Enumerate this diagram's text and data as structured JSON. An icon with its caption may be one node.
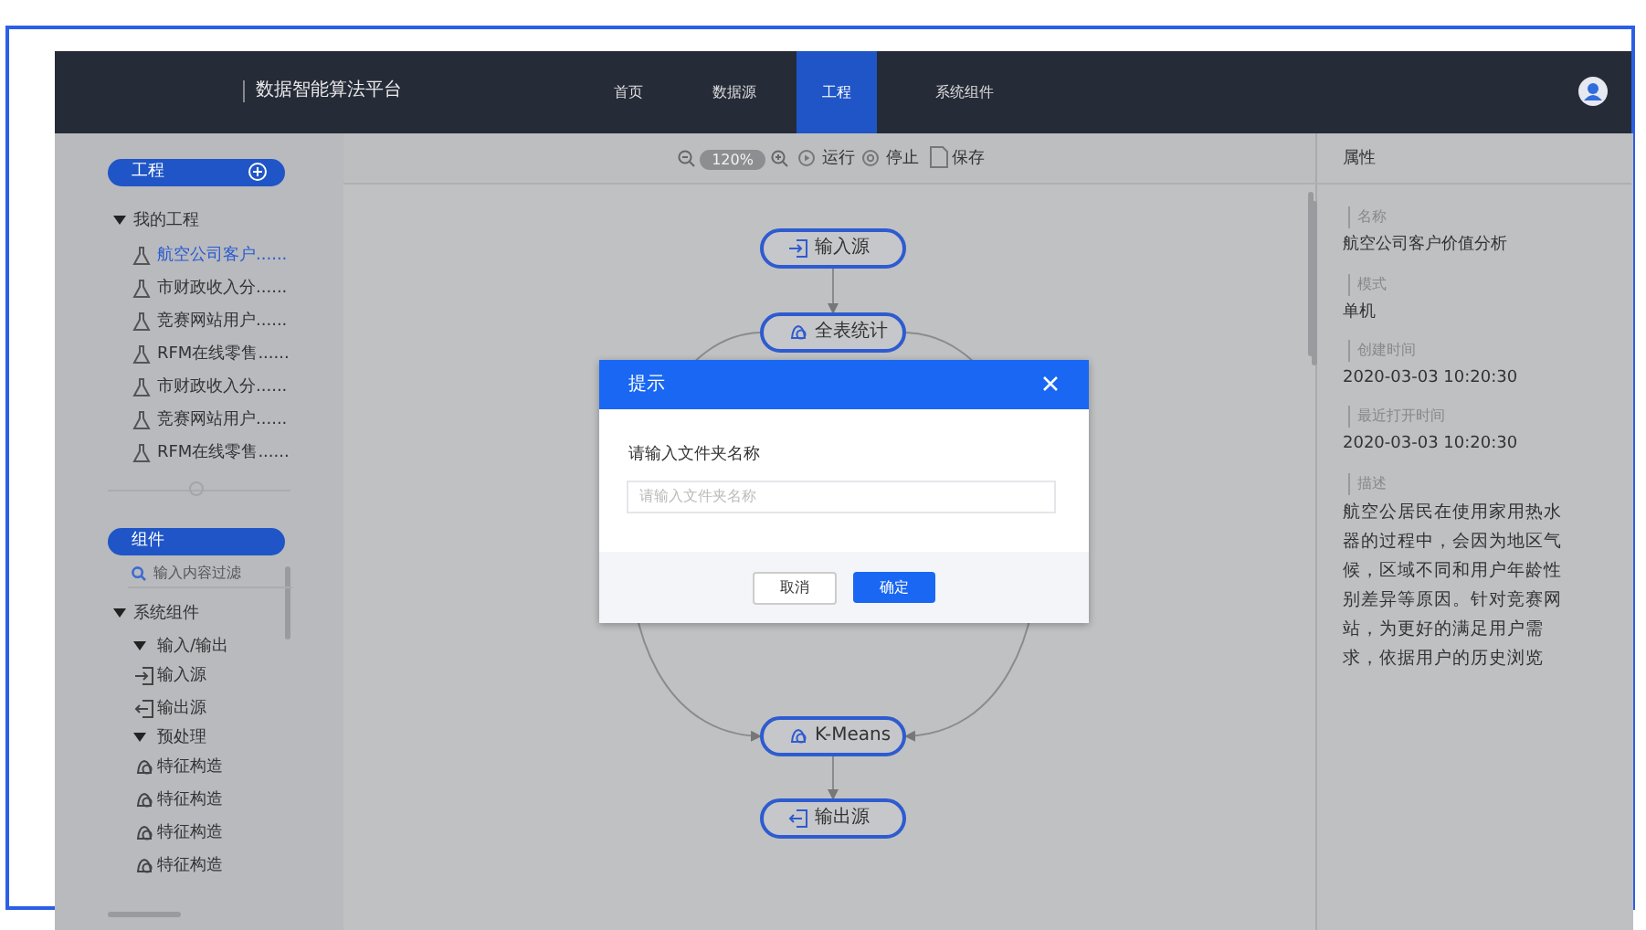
{
  "diagram": {
    "nodes": [
      {
        "text": [
          "输入源"
        ]
      },
      {
        "text": [
          "全表统计"
        ]
      },
      {
        "text": [
          "K-Means"
        ]
      },
      {
        "text": [
          "输出源"
        ]
      }
    ],
    "edges": [
      {
        "from": 0,
        "to": 1,
        "arrow": "to"
      },
      {
        "from": 1,
        "to": 2,
        "arrow": "to"
      },
      {
        "from": 1,
        "to": 2,
        "arrow": "to"
      },
      {
        "from": 2,
        "to": 3,
        "arrow": "to"
      }
    ],
    "labels": [
      "数据智能算法平台",
      "首页",
      "数据源",
      "工程",
      "系统组件",
      "工程",
      "我的工程",
      "航空公司客户......",
      "市财政收入分......",
      "竞赛网站用户......",
      "RFM在线零售......",
      "市财政收入分......",
      "竞赛网站用户......",
      "RFM在线零售......",
      "组件",
      "输入内容过滤",
      "系统组件",
      "输入/输出",
      "输入源",
      "输出源",
      "预处理",
      "特征构造",
      "特征构造",
      "特征构造",
      "特征构造",
      "120%",
      "运行",
      "停止",
      "保存",
      "提示",
      "请输入文件夹名称",
      "请输入文件夹名称",
      "取消",
      "确定",
      "属性",
      "名称",
      "航空公司客户价值分析",
      "模式",
      "单机",
      "创建时间",
      "2020-03-03 10:20:30",
      "最近打开时间",
      "2020-03-03 10:20:30",
      "描述",
      "航空公居民在使用家用热水器的过程中，会因为地区气候，区域不同和用户年龄性别差异等原因。针对竞赛网站，为更好的满足用户需求，依据用户的历史浏览"
    ]
  }
}
